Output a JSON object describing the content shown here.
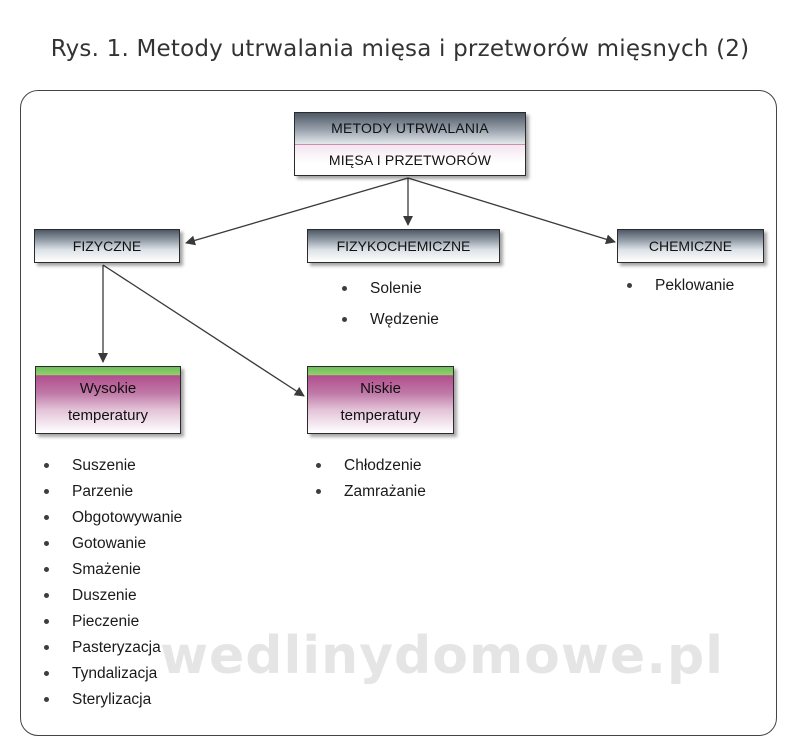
{
  "title": "Rys. 1. Metody utrwalania mięsa i przetworów mięsnych (2)",
  "root": {
    "line1": "METODY UTRWALANIA",
    "line2": "MIĘSA I PRZETWORÓW"
  },
  "categories": {
    "fizyczne": {
      "label": "FIZYCZNE"
    },
    "fizykochemiczne": {
      "label": "FIZYKOCHEMICZNE",
      "items": [
        "Solenie",
        "Wędzenie"
      ]
    },
    "chemiczne": {
      "label": "CHEMICZNE",
      "items": [
        "Peklowanie"
      ]
    }
  },
  "temperatures": {
    "wysokie": {
      "line1": "Wysokie",
      "line2": "temperatury",
      "items": [
        "Suszenie",
        "Parzenie",
        "Obgotowywanie",
        "Gotowanie",
        "Smażenie",
        "Duszenie",
        "Pieczenie",
        "Pasteryzacja",
        "Tyndalizacja",
        "Sterylizacja"
      ]
    },
    "niskie": {
      "line1": "Niskie",
      "line2": "temperatury",
      "items": [
        "Chłodzenie",
        "Zamrażanie"
      ]
    }
  },
  "watermark": "wedlinydomowe.pl"
}
